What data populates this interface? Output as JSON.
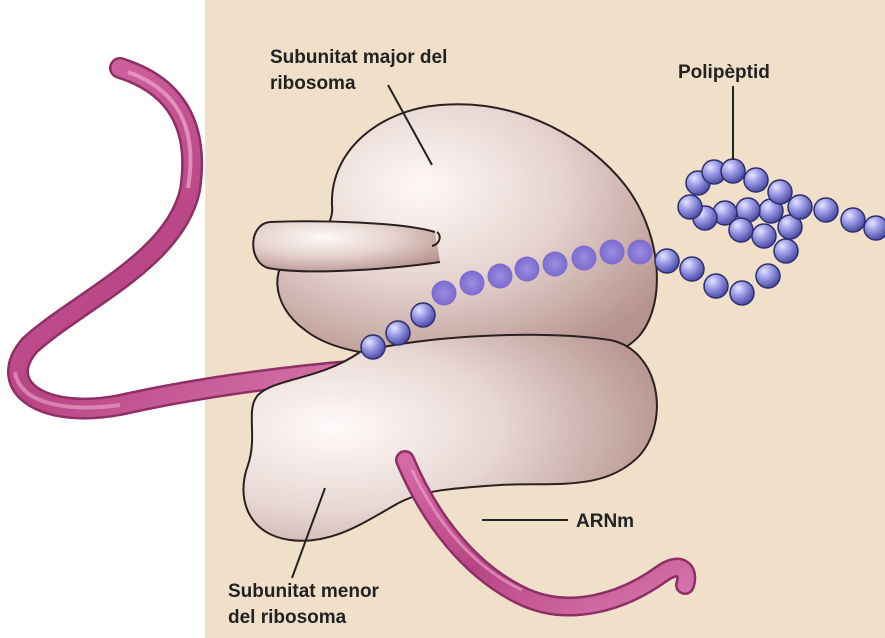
{
  "labels": {
    "large_subunit": [
      "Subunitat major del",
      "ribosoma"
    ],
    "polypeptide": "Polipèptid",
    "mrna": "ARNm",
    "small_subunit": [
      "Subunitat menor",
      "del ribosoma"
    ]
  },
  "colors": {
    "panel": "#f0e0ca",
    "ribosome": "#c8a9a4",
    "ribosome_highlight": "#fbf6f4",
    "ribbon": "#c0508c",
    "bead": "#8f8fde",
    "bead_inside": "#8678d6"
  }
}
